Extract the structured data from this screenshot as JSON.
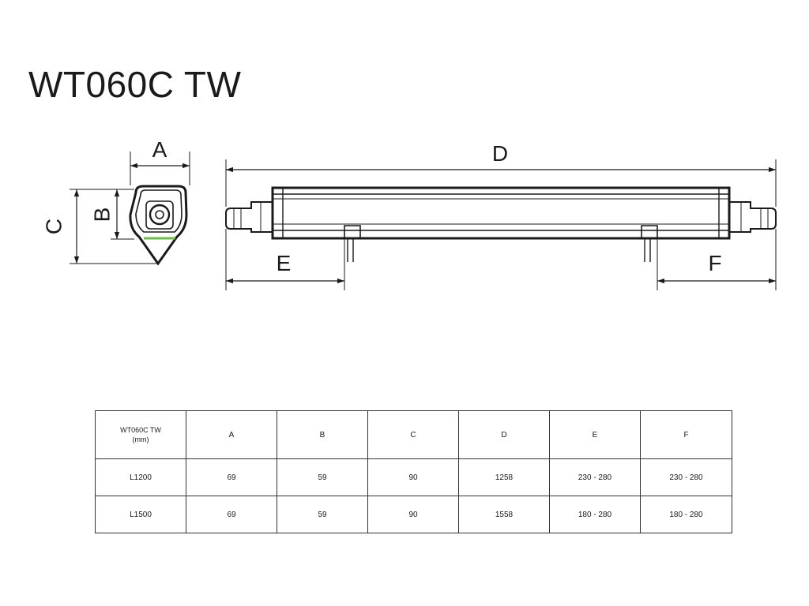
{
  "title": "WT060C TW",
  "dimensions": {
    "a": "A",
    "b": "B",
    "c": "C",
    "d": "D",
    "e": "E",
    "f": "F"
  },
  "table": {
    "header_line1": "WT060C TW",
    "header_line2": "(mm)",
    "columns": [
      "A",
      "B",
      "C",
      "D",
      "E",
      "F"
    ],
    "rows": [
      {
        "model": "L1200",
        "cells": [
          "69",
          "59",
          "90",
          "1258",
          "230 - 280",
          "230 - 280"
        ]
      },
      {
        "model": "L1500",
        "cells": [
          "69",
          "59",
          "90",
          "1558",
          "180 - 280",
          "180 - 280"
        ]
      }
    ]
  },
  "colors": {
    "line": "#1a1a1a",
    "accent": "#6cbf4a"
  }
}
